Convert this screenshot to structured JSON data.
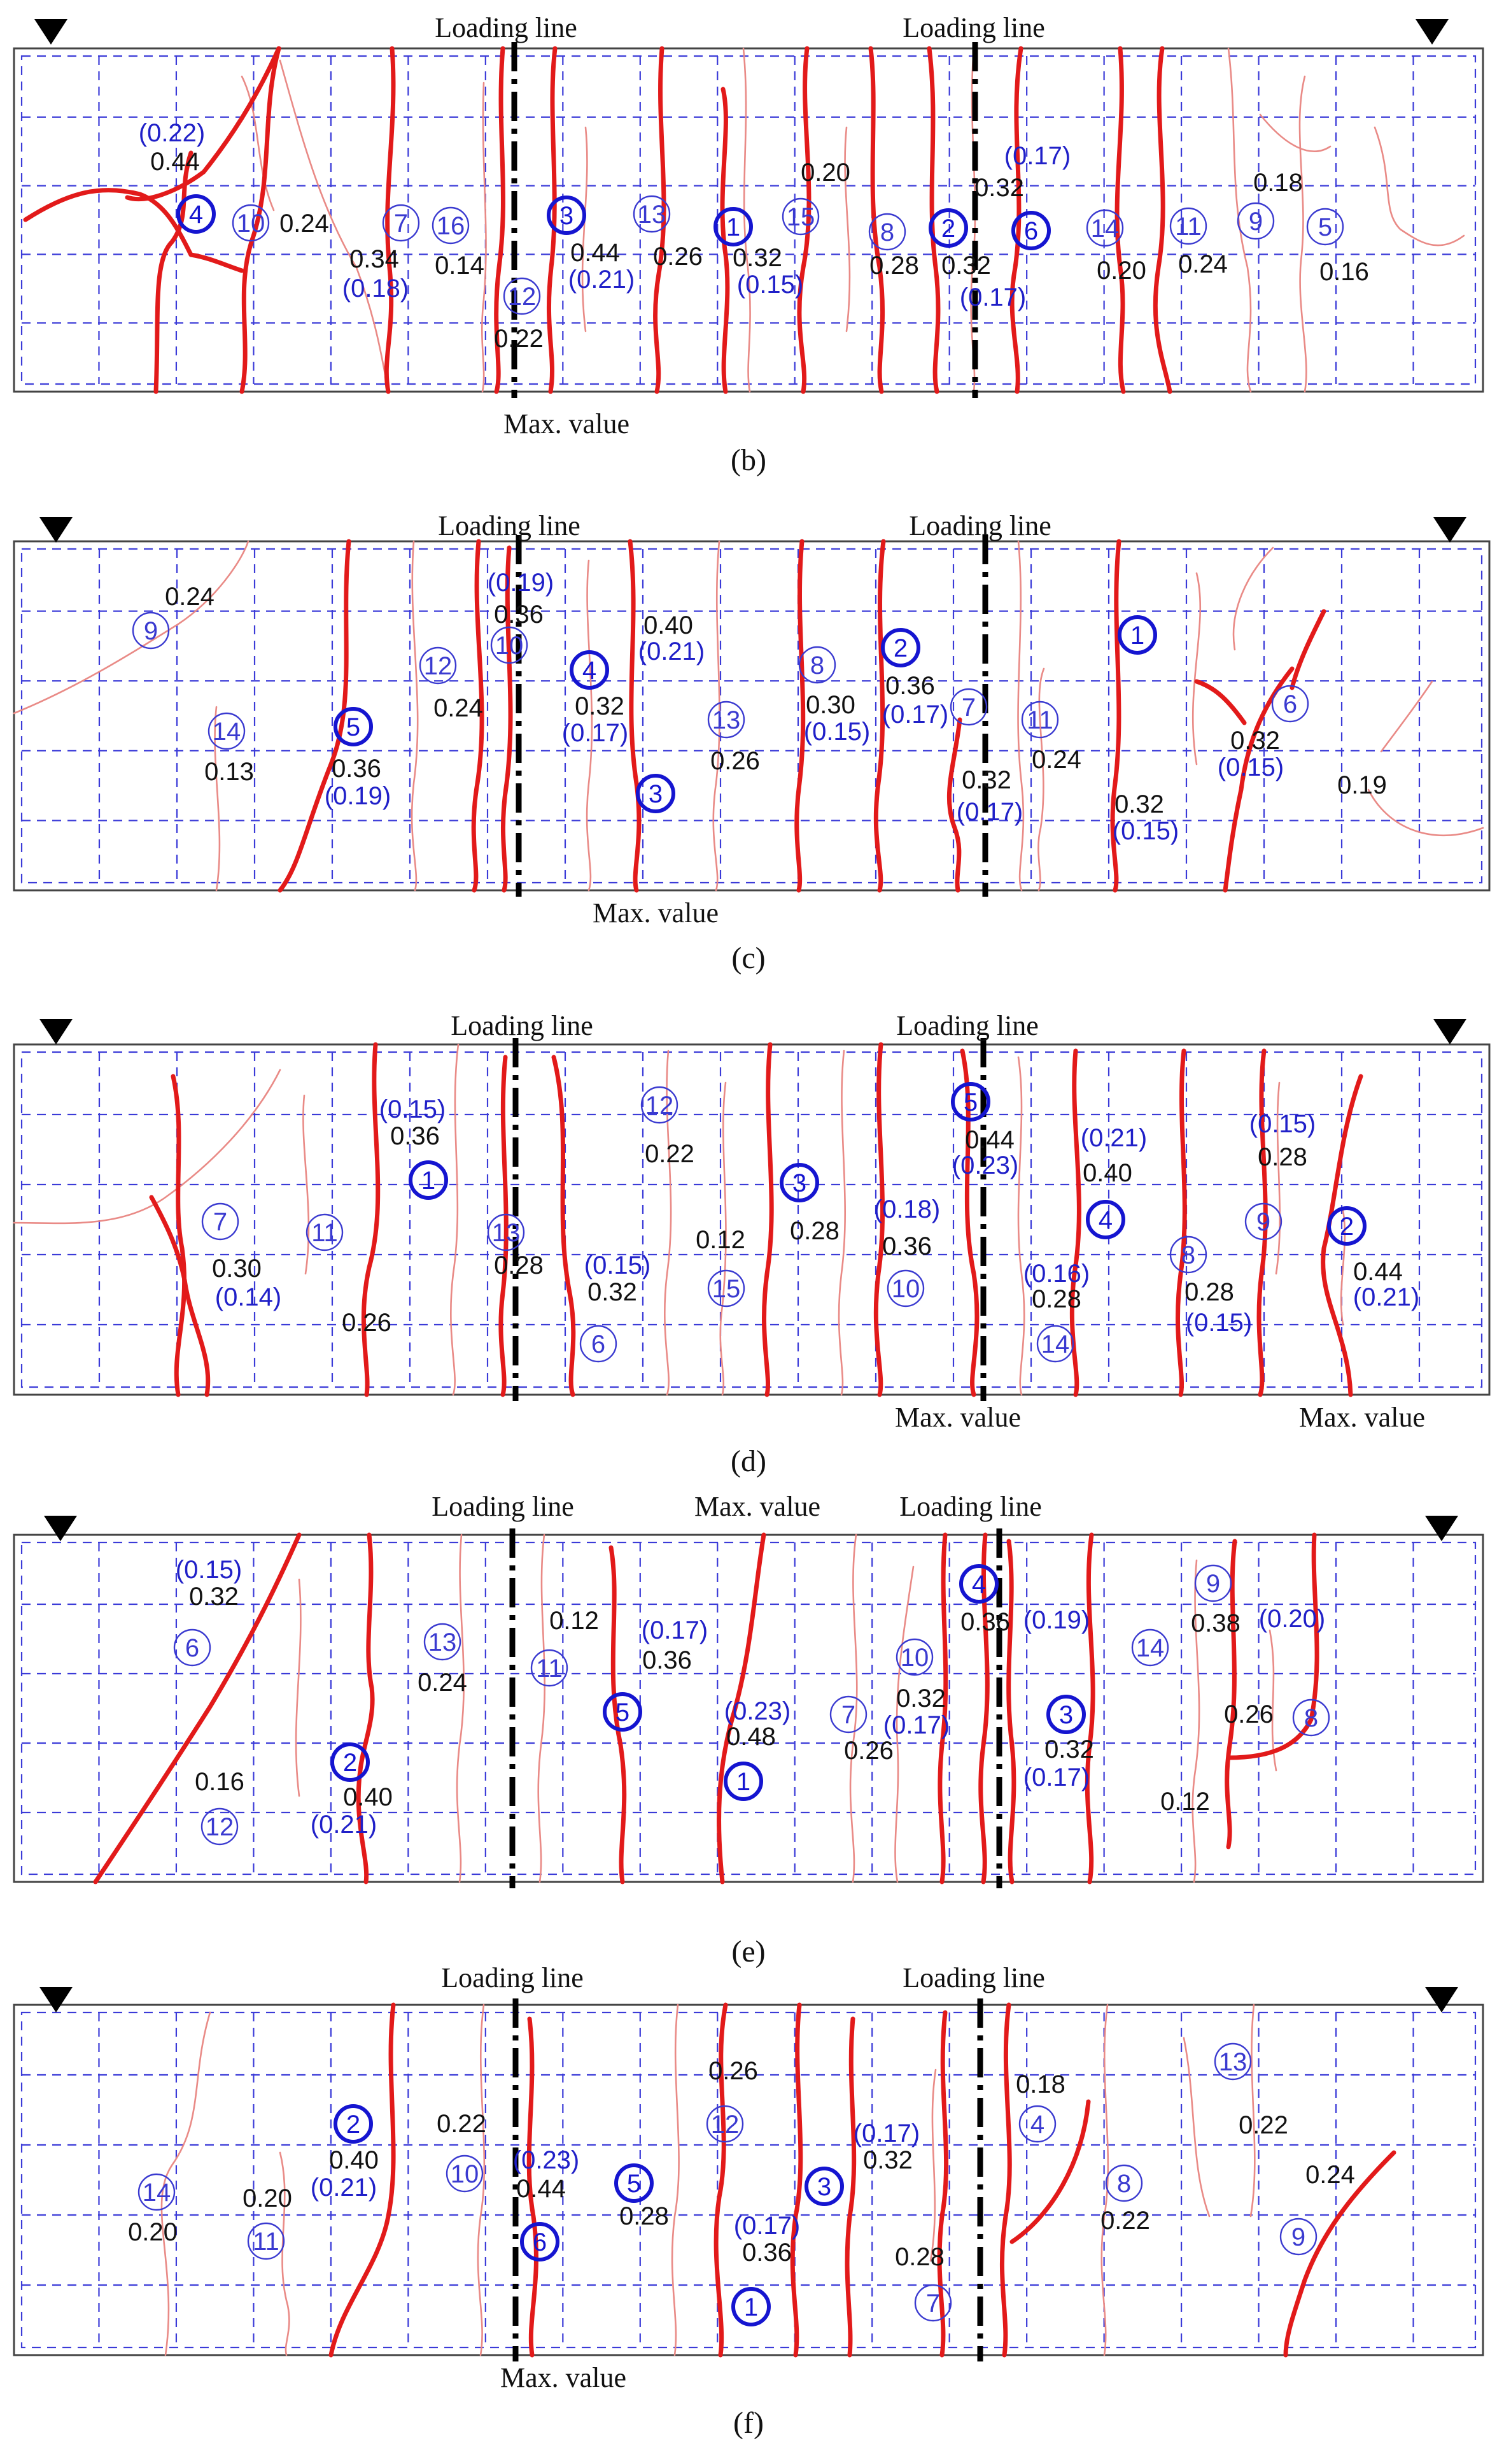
{
  "panels": [
    {
      "caption": "(b)",
      "loading_labels": [
        "Loading line",
        "Loading line"
      ],
      "max_labels": [
        "Max. value"
      ],
      "cracks": [
        {
          "num": "1",
          "bold": true,
          "width": "0.32",
          "paren": "(0.15)"
        },
        {
          "num": "2",
          "bold": true,
          "width": "0.32",
          "paren": "(0.17)"
        },
        {
          "num": "3",
          "bold": true,
          "width": "0.44",
          "paren": "(0.21)"
        },
        {
          "num": "4",
          "bold": true,
          "width": "0.44",
          "paren": "(0.22)"
        },
        {
          "num": "5",
          "bold": false,
          "width": "0.16",
          "paren": ""
        },
        {
          "num": "6",
          "bold": true,
          "width": "0.32",
          "paren": "(0.17)"
        },
        {
          "num": "7",
          "bold": false,
          "width": "0.34",
          "paren": "(0.18)"
        },
        {
          "num": "8",
          "bold": false,
          "width": "0.28",
          "paren": ""
        },
        {
          "num": "9",
          "bold": false,
          "width": "0.18",
          "paren": ""
        },
        {
          "num": "10",
          "bold": false,
          "width": "0.24",
          "paren": ""
        },
        {
          "num": "11",
          "bold": false,
          "width": "0.24",
          "paren": ""
        },
        {
          "num": "12",
          "bold": false,
          "width": "0.22",
          "paren": ""
        },
        {
          "num": "13",
          "bold": false,
          "width": "0.26",
          "paren": ""
        },
        {
          "num": "14",
          "bold": false,
          "width": "0.20",
          "paren": ""
        },
        {
          "num": "15",
          "bold": false,
          "width": "0.20",
          "paren": ""
        },
        {
          "num": "16",
          "bold": false,
          "width": "0.14",
          "paren": ""
        }
      ]
    },
    {
      "caption": "(c)",
      "loading_labels": [
        "Loading line",
        "Loading line"
      ],
      "max_labels": [
        "Max. value"
      ],
      "cracks": [
        {
          "num": "1",
          "bold": true,
          "width": "0.32",
          "paren": "(0.15)"
        },
        {
          "num": "2",
          "bold": true,
          "width": "0.36",
          "paren": "(0.17)"
        },
        {
          "num": "3",
          "bold": true,
          "width": "",
          "paren": ""
        },
        {
          "num": "4",
          "bold": true,
          "width": "0.32",
          "paren": "(0.17)"
        },
        {
          "num": "5",
          "bold": true,
          "width": "0.36",
          "paren": "(0.19)"
        },
        {
          "num": "6",
          "bold": false,
          "width": "0.32",
          "paren": "(0.15)"
        },
        {
          "num": "7",
          "bold": false,
          "width": "0.32",
          "paren": "(0.17)"
        },
        {
          "num": "8",
          "bold": false,
          "width": "0.30",
          "paren": "(0.15)"
        },
        {
          "num": "9",
          "bold": false,
          "width": "0.24",
          "paren": ""
        },
        {
          "num": "10",
          "bold": false,
          "width": "0.36",
          "paren": "(0.19)"
        },
        {
          "num": "11",
          "bold": false,
          "width": "0.24",
          "paren": ""
        },
        {
          "num": "12",
          "bold": false,
          "width": "0.24",
          "paren": ""
        },
        {
          "num": "13",
          "bold": false,
          "width": "0.26",
          "paren": ""
        },
        {
          "num": "14",
          "bold": false,
          "width": "0.13",
          "paren": ""
        }
      ],
      "extra_values": [
        "0.40",
        "(0.21)",
        "0.19"
      ]
    },
    {
      "caption": "(d)",
      "loading_labels": [
        "Loading line",
        "Loading line"
      ],
      "max_labels": [
        "Max. value",
        "Max. value"
      ],
      "cracks": [
        {
          "num": "1",
          "bold": true,
          "width": "0.36",
          "paren": "(0.15)"
        },
        {
          "num": "2",
          "bold": true,
          "width": "0.44",
          "paren": "(0.21)"
        },
        {
          "num": "3",
          "bold": true,
          "width": "0.28",
          "paren": ""
        },
        {
          "num": "4",
          "bold": true,
          "width": "0.40",
          "paren": "(0.21)"
        },
        {
          "num": "5",
          "bold": true,
          "width": "0.44",
          "paren": "(0.23)"
        },
        {
          "num": "6",
          "bold": false,
          "width": "0.32",
          "paren": "(0.15)"
        },
        {
          "num": "7",
          "bold": false,
          "width": "0.30",
          "paren": "(0.14)"
        },
        {
          "num": "8",
          "bold": false,
          "width": "0.28",
          "paren": "(0.15)"
        },
        {
          "num": "9",
          "bold": false,
          "width": "0.28",
          "paren": "(0.15)"
        },
        {
          "num": "10",
          "bold": false,
          "width": "0.36",
          "paren": "(0.18)"
        },
        {
          "num": "11",
          "bold": false,
          "width": "0.26",
          "paren": ""
        },
        {
          "num": "12",
          "bold": false,
          "width": "0.22",
          "paren": ""
        },
        {
          "num": "13",
          "bold": false,
          "width": "0.28",
          "paren": ""
        },
        {
          "num": "14",
          "bold": false,
          "width": "0.28",
          "paren": "(0.16)"
        },
        {
          "num": "15",
          "bold": false,
          "width": "0.12",
          "paren": ""
        }
      ]
    },
    {
      "caption": "(e)",
      "loading_labels": [
        "Loading line",
        "Loading line"
      ],
      "max_labels": [
        "Max. value"
      ],
      "cracks": [
        {
          "num": "1",
          "bold": true,
          "width": "0.48",
          "paren": "(0.23)"
        },
        {
          "num": "2",
          "bold": true,
          "width": "0.40",
          "paren": "(0.21)"
        },
        {
          "num": "3",
          "bold": true,
          "width": "0.32",
          "paren": "(0.17)"
        },
        {
          "num": "4",
          "bold": true,
          "width": "0.36",
          "paren": "(0.19)"
        },
        {
          "num": "5",
          "bold": true,
          "width": "0.36",
          "paren": "(0.17)"
        },
        {
          "num": "6",
          "bold": false,
          "width": "0.32",
          "paren": "(0.15)"
        },
        {
          "num": "7",
          "bold": false,
          "width": "0.26",
          "paren": ""
        },
        {
          "num": "8",
          "bold": false,
          "width": "0.26",
          "paren": ""
        },
        {
          "num": "9",
          "bold": false,
          "width": "0.38",
          "paren": "(0.20)"
        },
        {
          "num": "10",
          "bold": false,
          "width": "0.32",
          "paren": "(0.17)"
        },
        {
          "num": "11",
          "bold": false,
          "width": "0.12",
          "paren": ""
        },
        {
          "num": "12",
          "bold": false,
          "width": "0.16",
          "paren": ""
        },
        {
          "num": "13",
          "bold": false,
          "width": "0.24",
          "paren": ""
        },
        {
          "num": "14",
          "bold": false,
          "width": "0.12",
          "paren": ""
        }
      ]
    },
    {
      "caption": "(f)",
      "loading_labels": [
        "Loading line",
        "Loading line"
      ],
      "max_labels": [
        "Max. value"
      ],
      "cracks": [
        {
          "num": "1",
          "bold": true,
          "width": "0.36",
          "paren": "(0.17)"
        },
        {
          "num": "2",
          "bold": true,
          "width": "0.40",
          "paren": "(0.21)"
        },
        {
          "num": "3",
          "bold": true,
          "width": "0.32",
          "paren": "(0.17)"
        },
        {
          "num": "4",
          "bold": false,
          "width": "0.18",
          "paren": ""
        },
        {
          "num": "5",
          "bold": true,
          "width": "0.28",
          "paren": ""
        },
        {
          "num": "6",
          "bold": true,
          "width": "0.44",
          "paren": "(0.23)"
        },
        {
          "num": "7",
          "bold": false,
          "width": "0.28",
          "paren": ""
        },
        {
          "num": "8",
          "bold": false,
          "width": "0.22",
          "paren": ""
        },
        {
          "num": "9",
          "bold": false,
          "width": "0.24",
          "paren": ""
        },
        {
          "num": "10",
          "bold": false,
          "width": "0.22",
          "paren": ""
        },
        {
          "num": "11",
          "bold": false,
          "width": "0.20",
          "paren": ""
        },
        {
          "num": "12",
          "bold": false,
          "width": "0.26",
          "paren": ""
        },
        {
          "num": "13",
          "bold": false,
          "width": "0.22",
          "paren": ""
        },
        {
          "num": "14",
          "bold": false,
          "width": "0.20",
          "paren": ""
        }
      ]
    }
  ],
  "colors": {
    "major_crack": "#e21a1a",
    "minor_crack": "#e98a86",
    "label_blue": "#1515d0",
    "grid": "#3b3bd8"
  }
}
